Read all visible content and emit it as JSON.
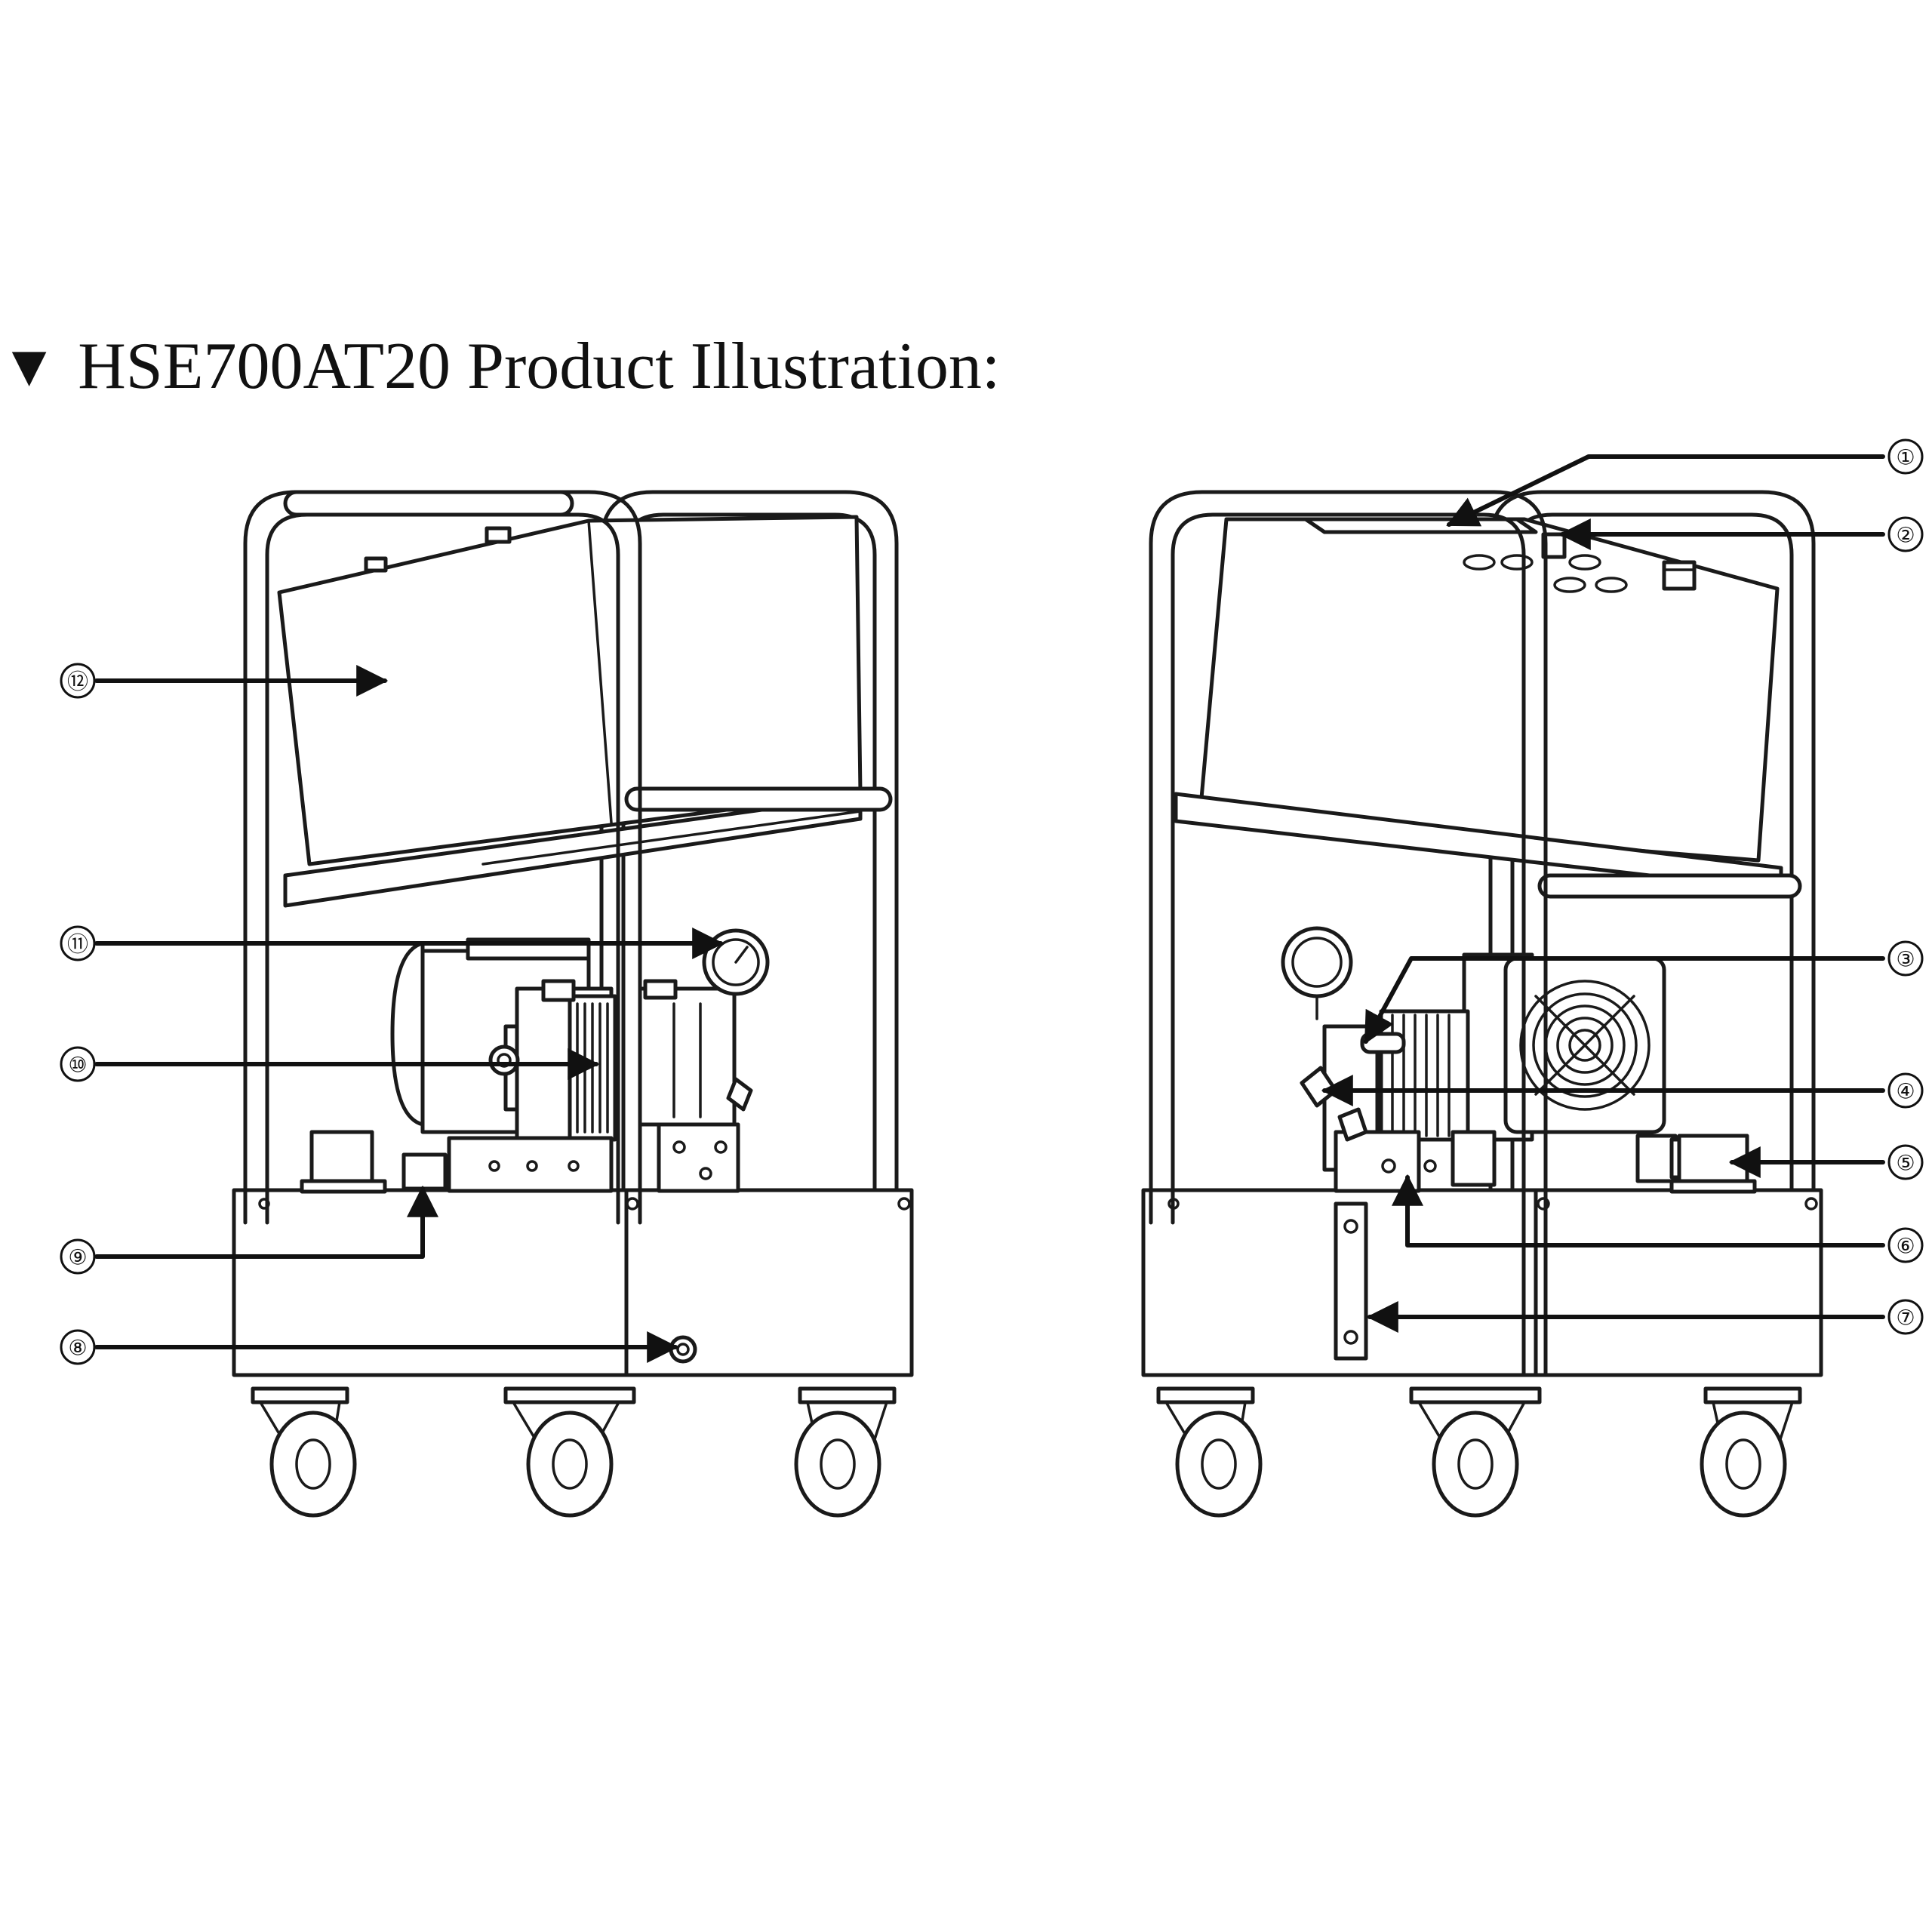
{
  "heading": {
    "marker": "▼",
    "title": "HSE700AT20 Product Illustration:"
  },
  "callouts": [
    {
      "id": "c1",
      "label": "①"
    },
    {
      "id": "c2",
      "label": "②"
    },
    {
      "id": "c3",
      "label": "③"
    },
    {
      "id": "c4",
      "label": "④"
    },
    {
      "id": "c5",
      "label": "⑤"
    },
    {
      "id": "c6",
      "label": "⑥"
    },
    {
      "id": "c7",
      "label": "⑦"
    },
    {
      "id": "c8",
      "label": "⑧"
    },
    {
      "id": "c9",
      "label": "⑨"
    },
    {
      "id": "c10",
      "label": "⑩"
    },
    {
      "id": "c11",
      "label": "⑪"
    },
    {
      "id": "c12",
      "label": "⑫"
    }
  ]
}
